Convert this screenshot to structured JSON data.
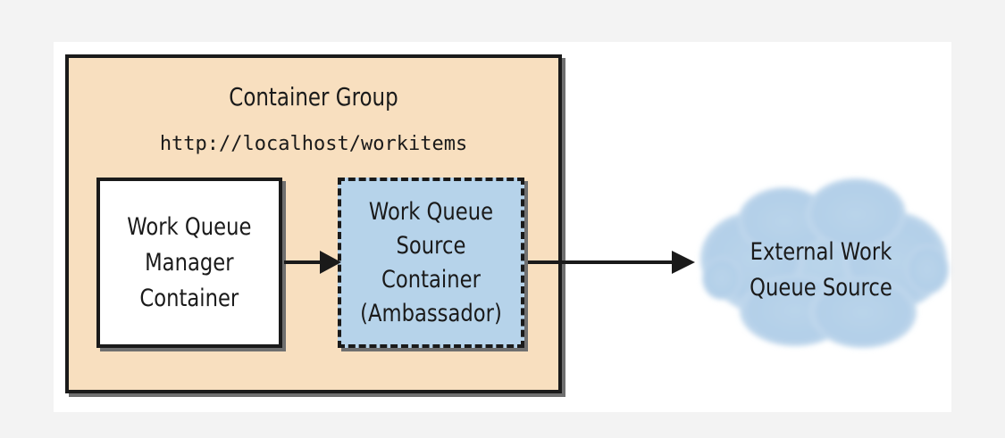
{
  "diagram": {
    "group": {
      "title": "Container Group",
      "url": "http://localhost/workitems"
    },
    "nodes": {
      "manager": "Work Queue\nManager\nContainer",
      "ambassador": "Work Queue\nSource\nContainer\n(Ambassador)",
      "external": "External Work\nQueue Source"
    },
    "colors": {
      "group_fill": "#f8dfbf",
      "ambassador_fill": "#b6d3ea",
      "cloud_fill": "#b9d4ea",
      "stroke": "#1a1a1a"
    }
  }
}
